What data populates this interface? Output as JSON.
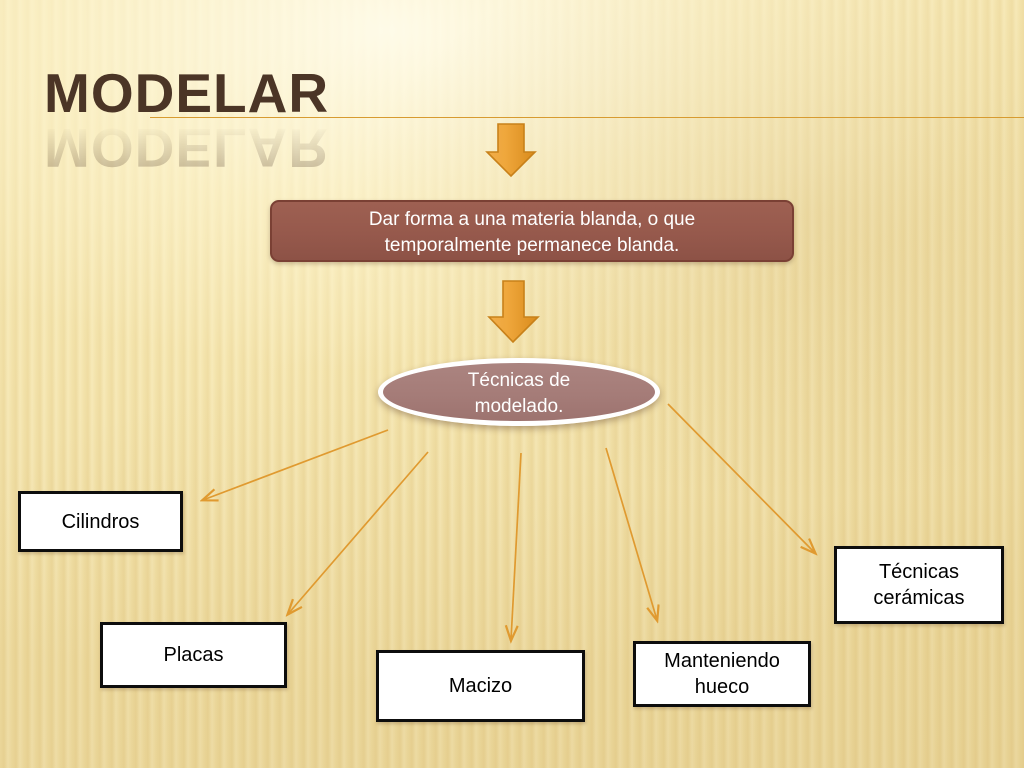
{
  "slide": {
    "title": "MODELAR",
    "background_color": "#f2e2ab",
    "title_color": "#4b3526",
    "rule_color": "#d79b30"
  },
  "definition": {
    "text": "Dar forma a una materia blanda, o que temporalmente permanece blanda.",
    "line1": "Dar forma a una materia blanda, o que",
    "line2": "temporalmente permanece blanda.",
    "fill_color": "#96594c",
    "text_color": "#ffffff"
  },
  "central_node": {
    "line1": "Técnicas de",
    "line2": "modelado.",
    "text": "Técnicas de modelado.",
    "fill_color": "#a57c78",
    "border_color": "#ffffff",
    "text_color": "#ffffff"
  },
  "arrows": {
    "block_arrow_color": "#eba238",
    "block_arrow_outline": "#c87f18",
    "connector_color": "#e09a30"
  },
  "techniques": [
    {
      "label": "Cilindros",
      "line1": "Cilindros",
      "line2": ""
    },
    {
      "label": "Placas",
      "line1": "Placas",
      "line2": ""
    },
    {
      "label": "Macizo",
      "line1": "Macizo",
      "line2": ""
    },
    {
      "label": "Manteniendo hueco",
      "line1": "Manteniendo",
      "line2": "hueco"
    },
    {
      "label": "Técnicas cerámicas",
      "line1": "Técnicas",
      "line2": "cerámicas"
    }
  ]
}
